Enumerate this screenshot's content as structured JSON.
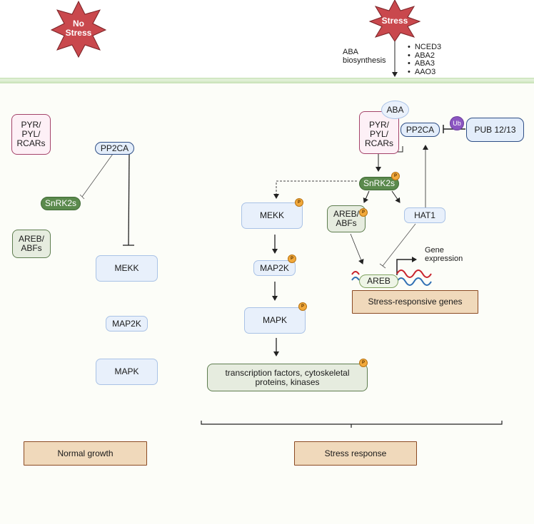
{
  "header": {
    "no_stress_label": "No\nStress",
    "stress_label": "Stress",
    "aba_biosynthesis_label": "ABA biosynthesis",
    "biosynthesis_genes": [
      "NCED3",
      "ABA2",
      "ABA3",
      "AAO3"
    ]
  },
  "no_stress_panel": {
    "receptor": "PYR/ PYL/ RCARs",
    "phosphatase": "PP2CA",
    "kinase": "SnRK2s",
    "tf": "AREB/ ABFs",
    "mekk": "MEKK",
    "map2k": "MAP2K",
    "mapk": "MAPK",
    "outcome": "Normal growth"
  },
  "stress_panel": {
    "aba": "ABA",
    "receptor": "PYR/ PYL/ RCARs",
    "phosphatase": "PP2CA",
    "ubiquitin": "Ub",
    "e3_ligase": "PUB 12/13",
    "kinase": "SnRK2s",
    "mekk": "MEKK",
    "tf": "AREB/ ABFs",
    "hat1": "HAT1",
    "map2k": "MAP2K",
    "areb_bound": "AREB",
    "gene_expression": "Gene expression",
    "genes_box": "Stress-responsive  genes",
    "mapk": "MAPK",
    "targets": "transcription factors, cytoskeletal proteins, kinases",
    "phospho_badge": "P",
    "outcome": "Stress response"
  },
  "colors": {
    "star_fill": "#c9484d",
    "kinase_green": "#5b8a4d",
    "phospho_orange": "#f2a93b",
    "ubiquitin_purple": "#8b56c1",
    "dna_red": "#c8232c",
    "dna_blue": "#2f6fb3",
    "outcome_tan": "#f0d9bb"
  }
}
